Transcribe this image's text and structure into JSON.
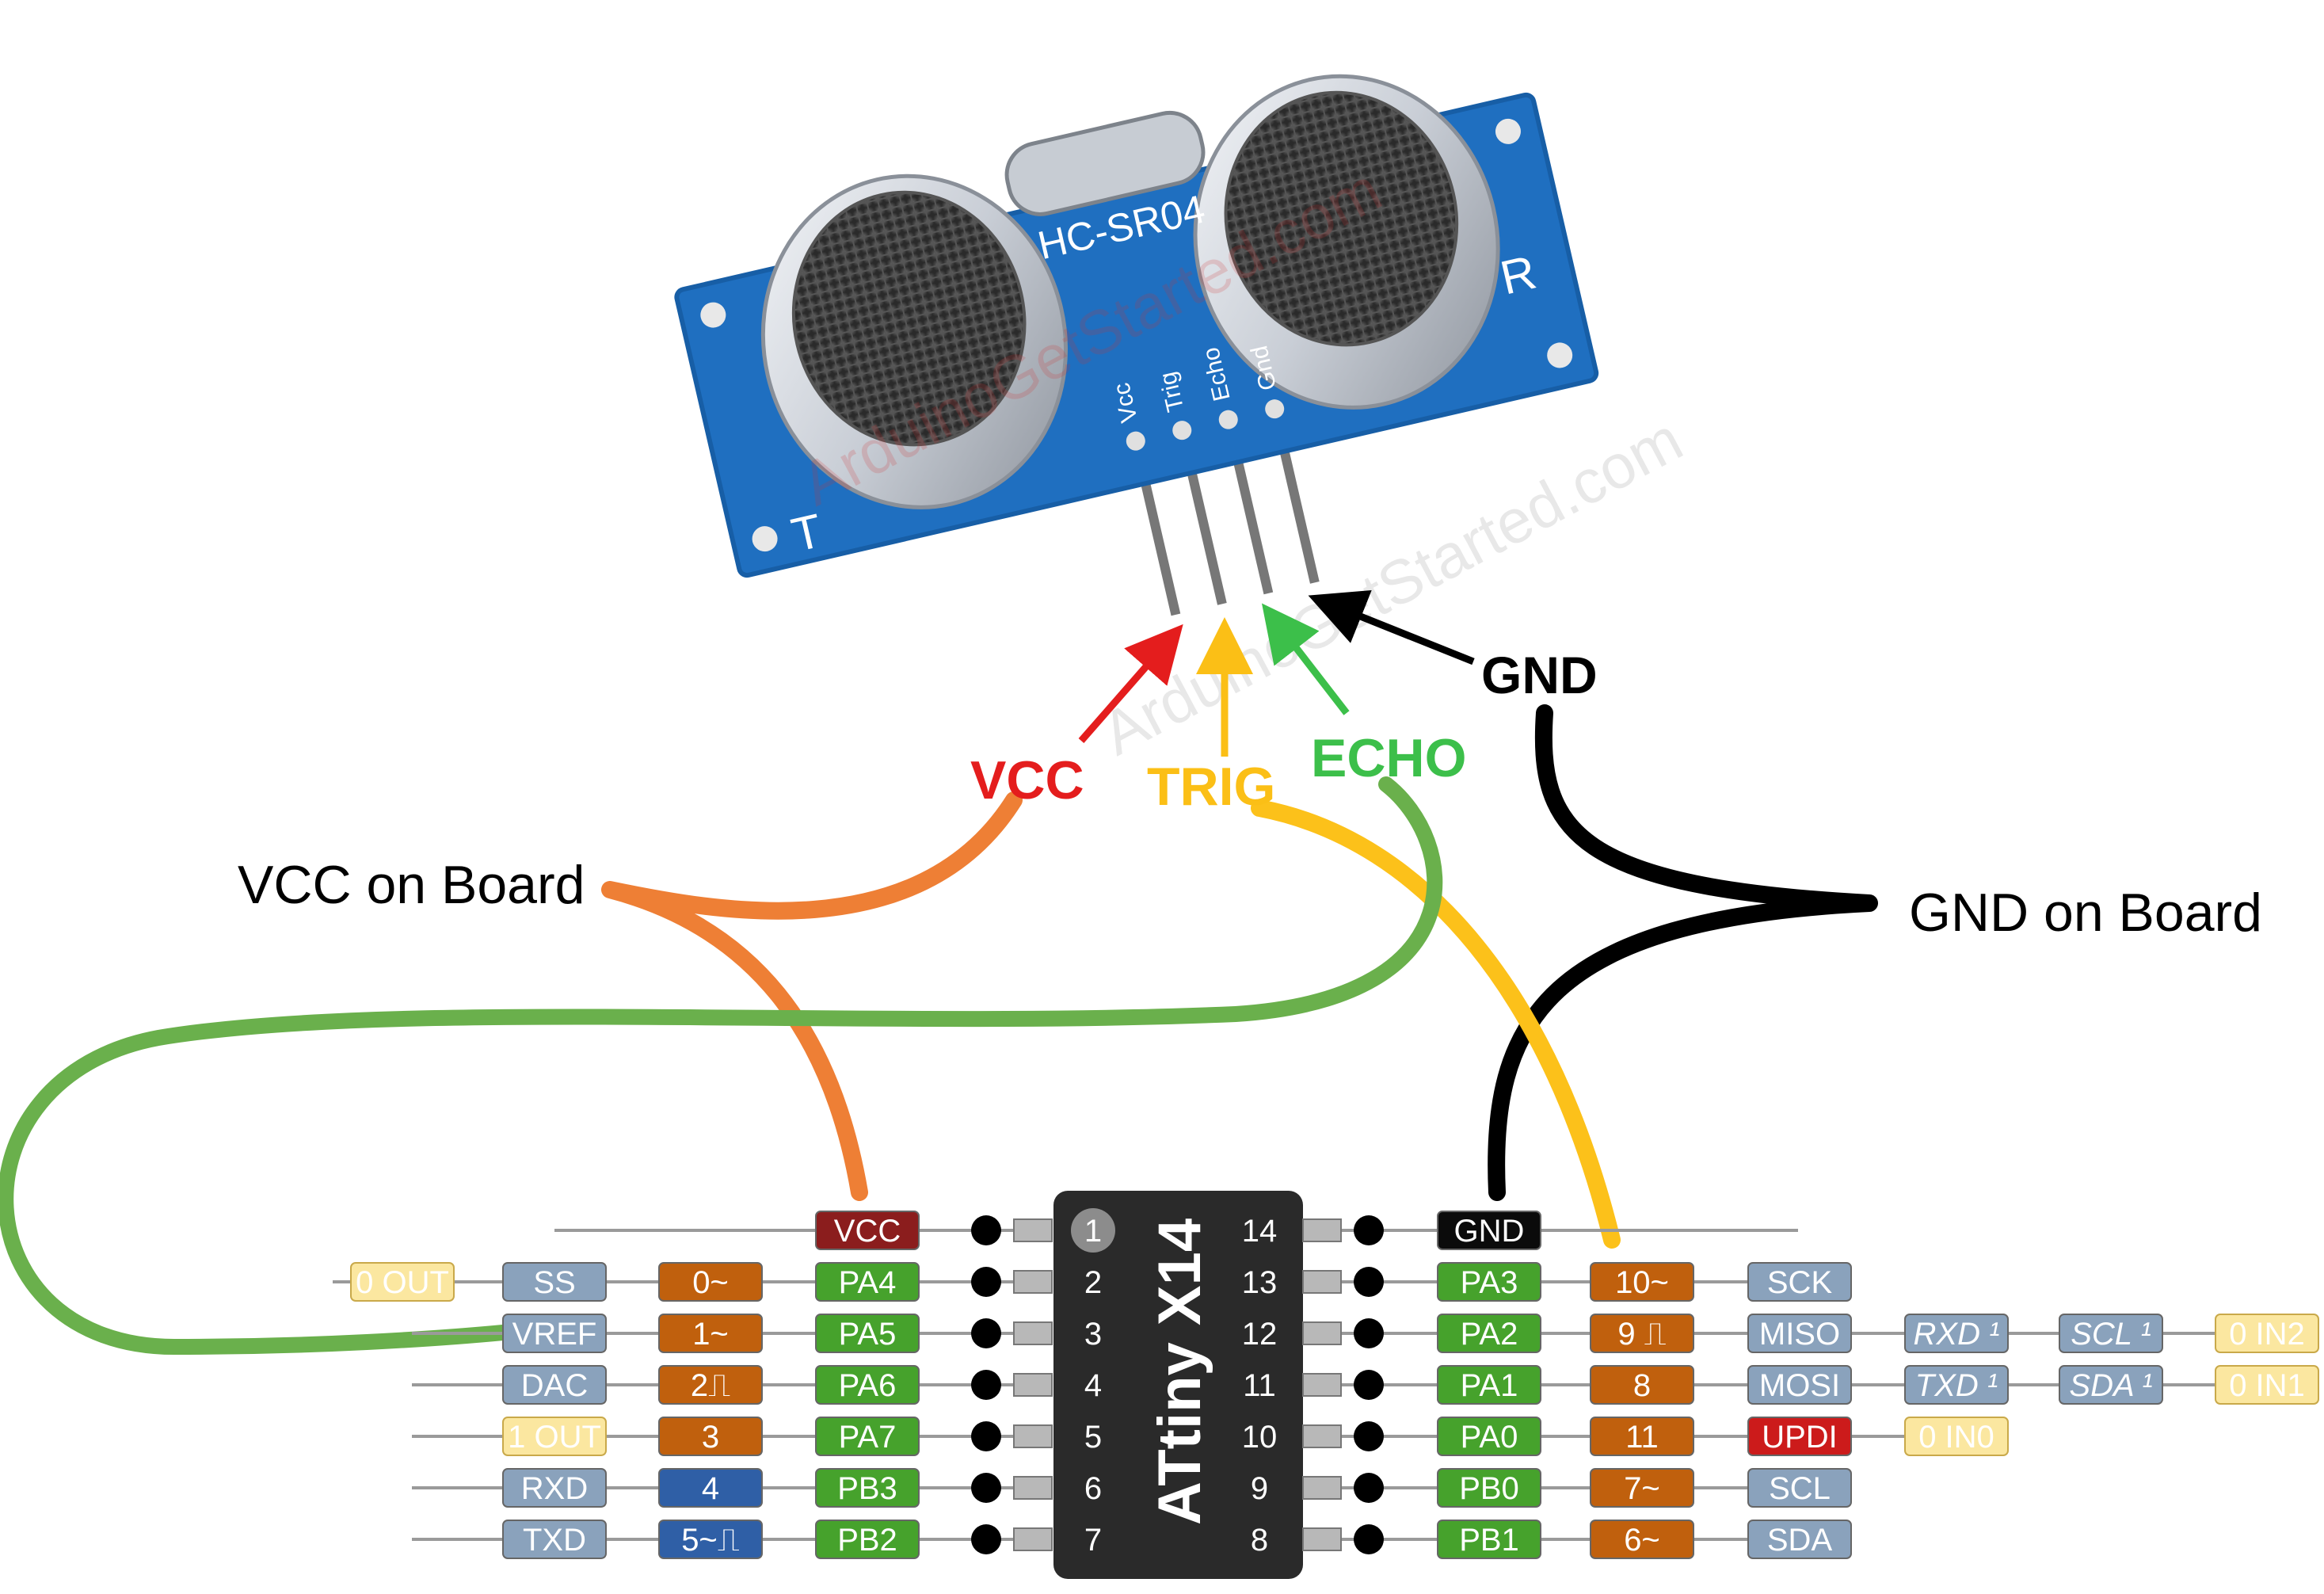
{
  "sensor": {
    "model": "HC-SR04",
    "pins": [
      "Vcc",
      "Trig",
      "Echo",
      "Gnd"
    ],
    "t_mark": "T",
    "r_mark": "R",
    "watermark": "ArduinoGetStarted.com"
  },
  "labels": {
    "vcc": "VCC",
    "trig": "TRIG",
    "echo": "ECHO",
    "gnd": "GND",
    "vcc_board": "VCC on Board",
    "gnd_board": "GND on Board"
  },
  "colors": {
    "vcc_wire": "#ee7f35",
    "gnd_wire": "#000000",
    "echo_wire": "#6ab04c",
    "trig_wire": "#fcc11a",
    "vcc_label": "#e41d1d",
    "trig_label": "#fbbf16",
    "echo_label": "#3cbf4a"
  },
  "chip": {
    "name": "ATtiny X14",
    "left_pins": [
      "1",
      "2",
      "3",
      "4",
      "5",
      "6",
      "7"
    ],
    "right_pins": [
      "14",
      "13",
      "12",
      "11",
      "10",
      "9",
      "8"
    ]
  },
  "left_rows": [
    {
      "port": "VCC"
    },
    {
      "port": "PA4",
      "digital": "0~",
      "func": "SS",
      "extra": "0 OUT"
    },
    {
      "port": "PA5",
      "digital": "1~",
      "func": "VREF"
    },
    {
      "port": "PA6",
      "digital": "2⎍",
      "func": "DAC"
    },
    {
      "port": "PA7",
      "digital": "3",
      "func": "1 OUT"
    },
    {
      "port": "PB3",
      "digital": "4",
      "func": "RXD"
    },
    {
      "port": "PB2",
      "digital": "5~⎍",
      "func": "TXD"
    }
  ],
  "right_rows": [
    {
      "port": "GND"
    },
    {
      "port": "PA3",
      "digital": "10~",
      "func": "SCK"
    },
    {
      "port": "PA2",
      "digital": "9 ⎍",
      "func": "MISO",
      "alt1": "RXD ¹",
      "alt2": "SCL ¹",
      "extra": "0 IN2"
    },
    {
      "port": "PA1",
      "digital": "8",
      "func": "MOSI",
      "alt1": "TXD ¹",
      "alt2": "SDA ¹",
      "extra": "0 IN1"
    },
    {
      "port": "PA0",
      "digital": "11",
      "func": "UPDI",
      "extra": "0 IN0"
    },
    {
      "port": "PB0",
      "digital": "7~",
      "func": "SCL"
    },
    {
      "port": "PB1",
      "digital": "6~",
      "func": "SDA"
    }
  ]
}
